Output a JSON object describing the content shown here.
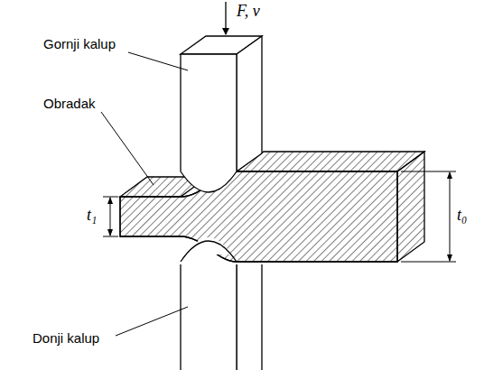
{
  "diagram": {
    "labels": [
      "F, v",
      "Gornji kalup",
      "Obradak",
      "t₁",
      "t₀",
      "Donji kalup"
    ]
  }
}
